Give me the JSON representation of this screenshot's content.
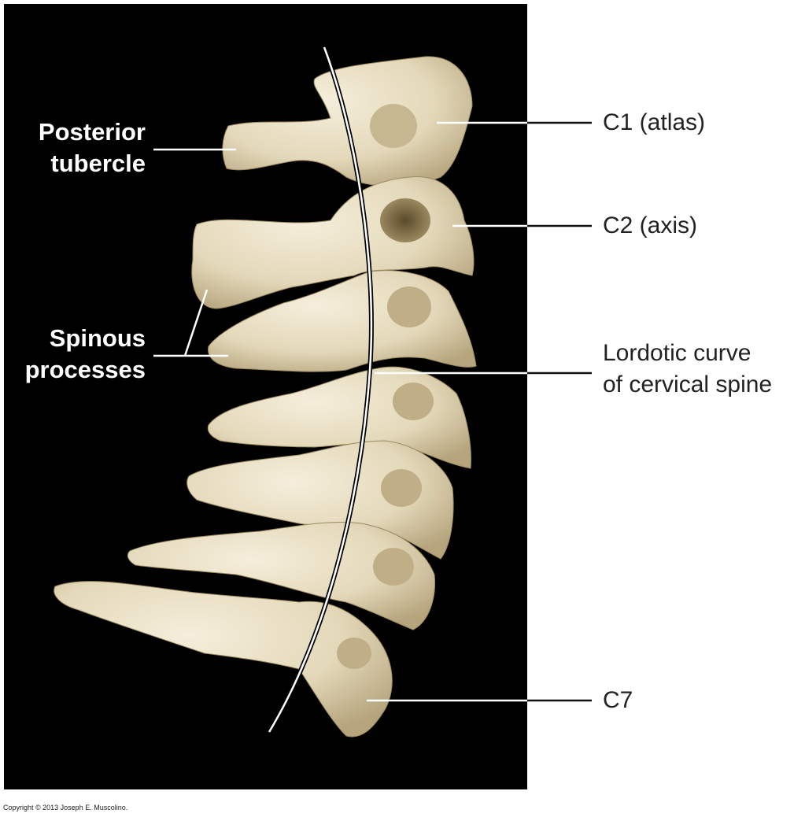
{
  "figure": {
    "labels_left": {
      "posterior_tubercle": [
        "Posterior",
        "tubercle"
      ],
      "spinous_processes": [
        "Spinous",
        "processes"
      ]
    },
    "labels_right": {
      "c1": "C1 (atlas)",
      "c2": "C2 (axis)",
      "lordotic_curve": [
        "Lordotic curve",
        "of cervical spine"
      ],
      "c7": "C7"
    },
    "copyright": "Copyright © 2013 Joseph E. Muscolino."
  },
  "colors": {
    "background": "#000000",
    "bone": "#e6dcc0",
    "bone_shadow": "#b9ab86",
    "leader_dark": "#111111",
    "leader_light": "#ffffff"
  }
}
